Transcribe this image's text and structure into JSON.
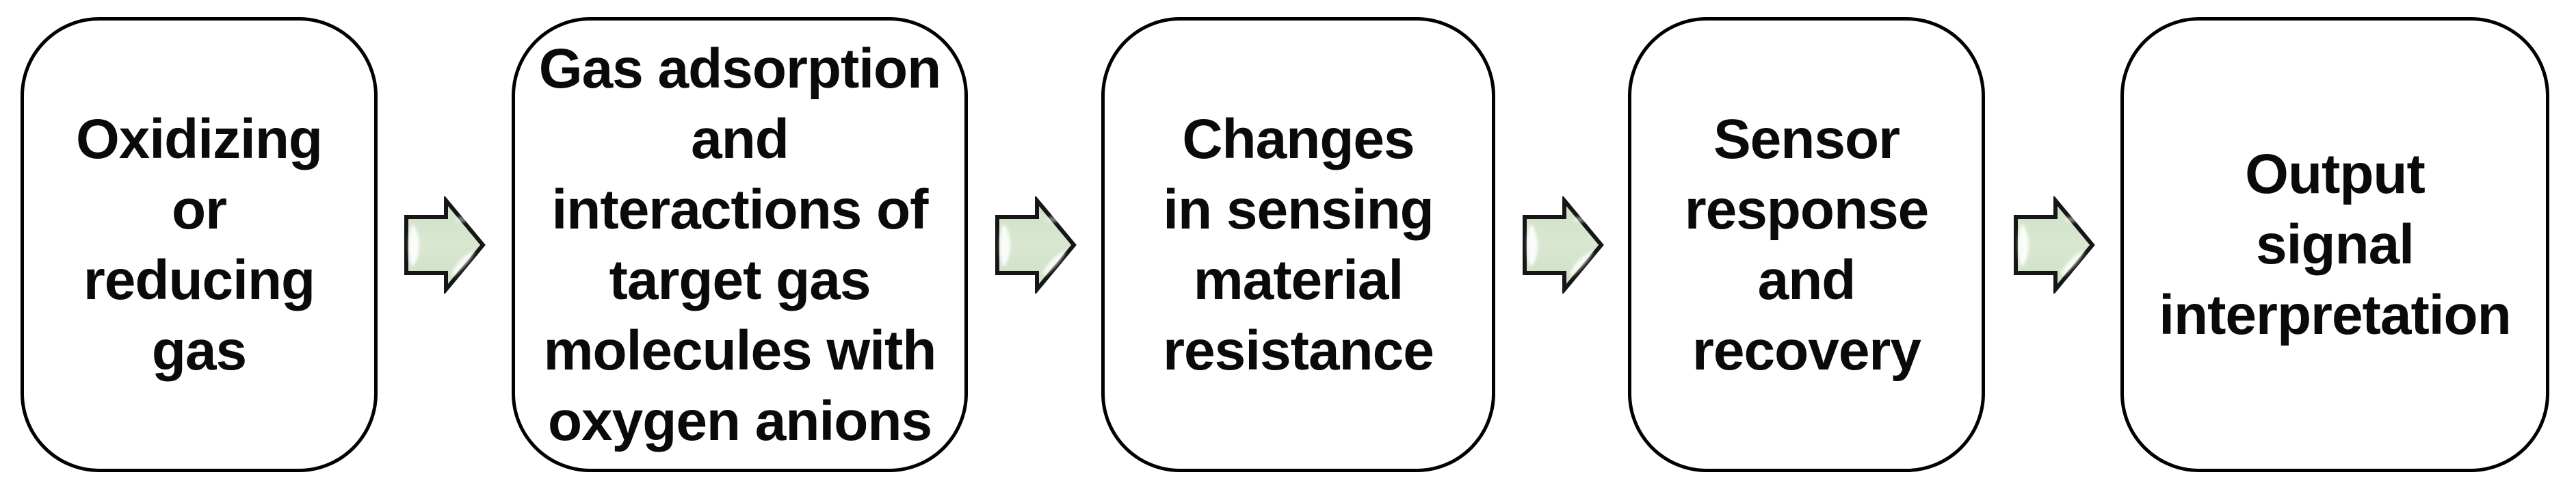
{
  "flow": {
    "title": "",
    "boxes": [
      {
        "id": "oxidizing-or-reducing-gas",
        "lines": [
          "Oxidizing",
          "or",
          "reducing",
          "gas"
        ]
      },
      {
        "id": "gas-adsorption-interactions",
        "lines": [
          "Gas adsorption",
          "and",
          "interactions of",
          "target gas",
          "molecules with",
          "oxygen anions"
        ]
      },
      {
        "id": "changes-in-sensing-material-resistance",
        "lines": [
          "Changes",
          "in sensing",
          "material",
          "resistance"
        ]
      },
      {
        "id": "sensor-response-and-recovery",
        "lines": [
          "Sensor",
          "response",
          "and",
          "recovery"
        ]
      },
      {
        "id": "output-signal-interpretation",
        "lines": [
          "Output",
          "signal",
          "interpretation"
        ]
      }
    ],
    "arrows": [
      {
        "icon": "right-block-arrow"
      },
      {
        "icon": "right-block-arrow"
      },
      {
        "icon": "right-block-arrow"
      },
      {
        "icon": "right-block-arrow"
      }
    ],
    "colors": {
      "background": "#ffffff",
      "box_fill": "#ffffff",
      "box_border": "#000000",
      "text": "#0a0a0a",
      "arrow_fill": "#d6e4ce",
      "arrow_outline": "#161616",
      "arrow_highlight": "#ffffff"
    }
  }
}
